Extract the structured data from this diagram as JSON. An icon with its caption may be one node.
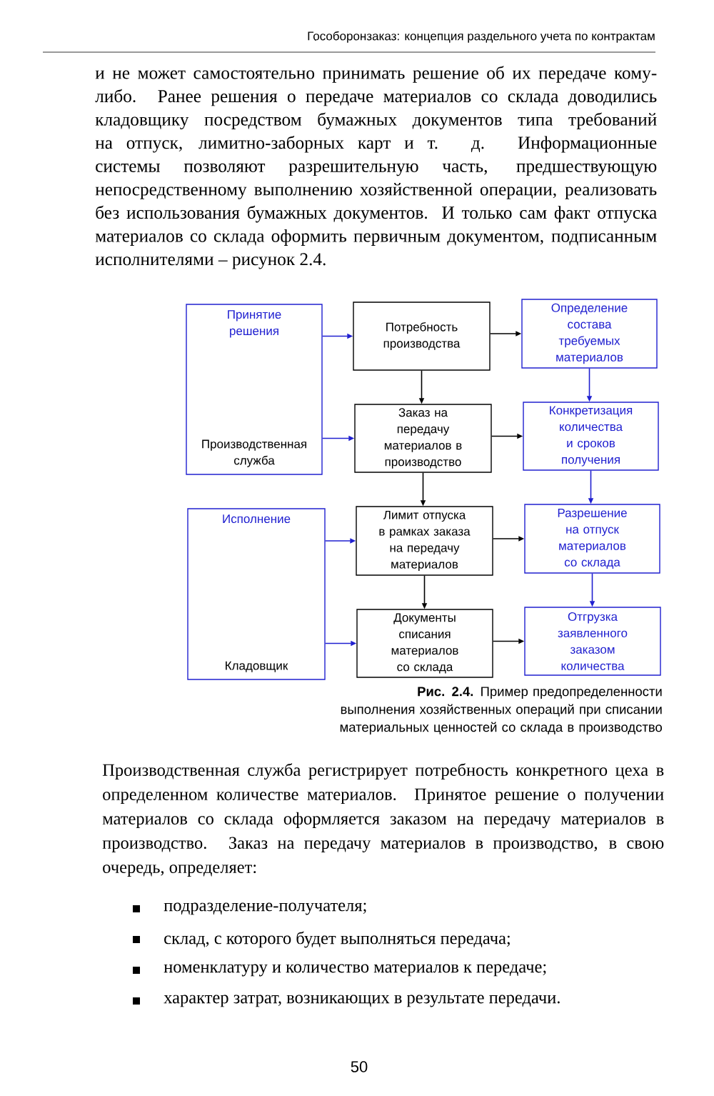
{
  "diagram": {
    "caption": "**Рис. 2.4.** Пример предопределенности выполнения хозяйственных операций при списании материальных ценностей со склада в производство",
    "nodes": [
      {
        "text": [
          "Принятие решения",
          "Производственная служба"
        ]
      },
      {
        "text": [
          "Потребность производства"
        ]
      },
      {
        "text": [
          "Определение состава требуемых материалов"
        ]
      },
      {
        "text": [
          "Заказ на передачу материалов в производство"
        ]
      },
      {
        "text": [
          "Конкретизация количества и сроков получения"
        ]
      },
      {
        "text": [
          "Исполнение",
          "Кладовщик"
        ]
      },
      {
        "text": [
          "Лимит отпуска в рамках заказа на передачу материалов"
        ]
      },
      {
        "text": [
          "Разрешение на отпуск материалов со склада"
        ]
      },
      {
        "text": [
          "Документы списания материалов со склада"
        ]
      },
      {
        "text": [
          "Отгрузка заявленного заказом количества"
        ]
      }
    ],
    "edges": [
      {
        "from": 0,
        "to": 1,
        "arrow": "to",
        "color": "#2020d0"
      },
      {
        "from": 0,
        "to": 3,
        "arrow": "to",
        "color": "#2020d0"
      },
      {
        "from": 1,
        "to": 2,
        "arrow": "to",
        "color": "#000000"
      },
      {
        "from": 1,
        "to": 3,
        "arrow": "to",
        "color": "#000000"
      },
      {
        "from": 2,
        "to": 4,
        "arrow": "to",
        "color": "#2020d0"
      },
      {
        "from": 3,
        "to": 4,
        "arrow": "to",
        "color": "#000000"
      },
      {
        "from": 3,
        "to": 6,
        "arrow": "to",
        "color": "#000000"
      },
      {
        "from": 4,
        "to": 7,
        "arrow": "to",
        "color": "#2020d0"
      },
      {
        "from": 5,
        "to": 6,
        "arrow": "to",
        "color": "#2020d0"
      },
      {
        "from": 5,
        "to": 8,
        "arrow": "to",
        "color": "#2020d0"
      },
      {
        "from": 6,
        "to": 7,
        "arrow": "to",
        "color": "#000000"
      },
      {
        "from": 6,
        "to": 8,
        "arrow": "to",
        "color": "#000000"
      },
      {
        "from": 7,
        "to": 9,
        "arrow": "to",
        "color": "#2020d0"
      },
      {
        "from": 8,
        "to": 9,
        "arrow": "to",
        "color": "#000000"
      }
    ],
    "labels": [
      "Гособоронзаказ: концепция раздельного учета по контрактам",
      "и не может самостоятельно принимать решение об их передаче кому-либо. Ранее решения о передаче материалов со склада доводились кладовщику посредством бумажных документов типа требований на отпуск, лимитно-заборных карт и т. д. Информационные системы позволяют разрешительную часть, предшествующую непосредственному выполнению хозяйственной операции, реализовать без использования бумажных документов. И только сам факт отпуска материалов со склада оформить первичным документом, подписанным исполнителями – рисунок 2.4.",
      "Производственная служба регистрирует потребность конкретного цеха в определенном количестве материалов. Принятое решение о получении материалов со склада оформляется заказом на передачу материалов в производство. Заказ на передачу материалов в производство, в свою очередь, определяет:",
      "подразделение-получателя;",
      "склад, с которого будет выполняться передача;",
      "номенклатуру и количество материалов к передаче;",
      "характер затрат, возникающих в результате передачи.",
      "50"
    ]
  }
}
